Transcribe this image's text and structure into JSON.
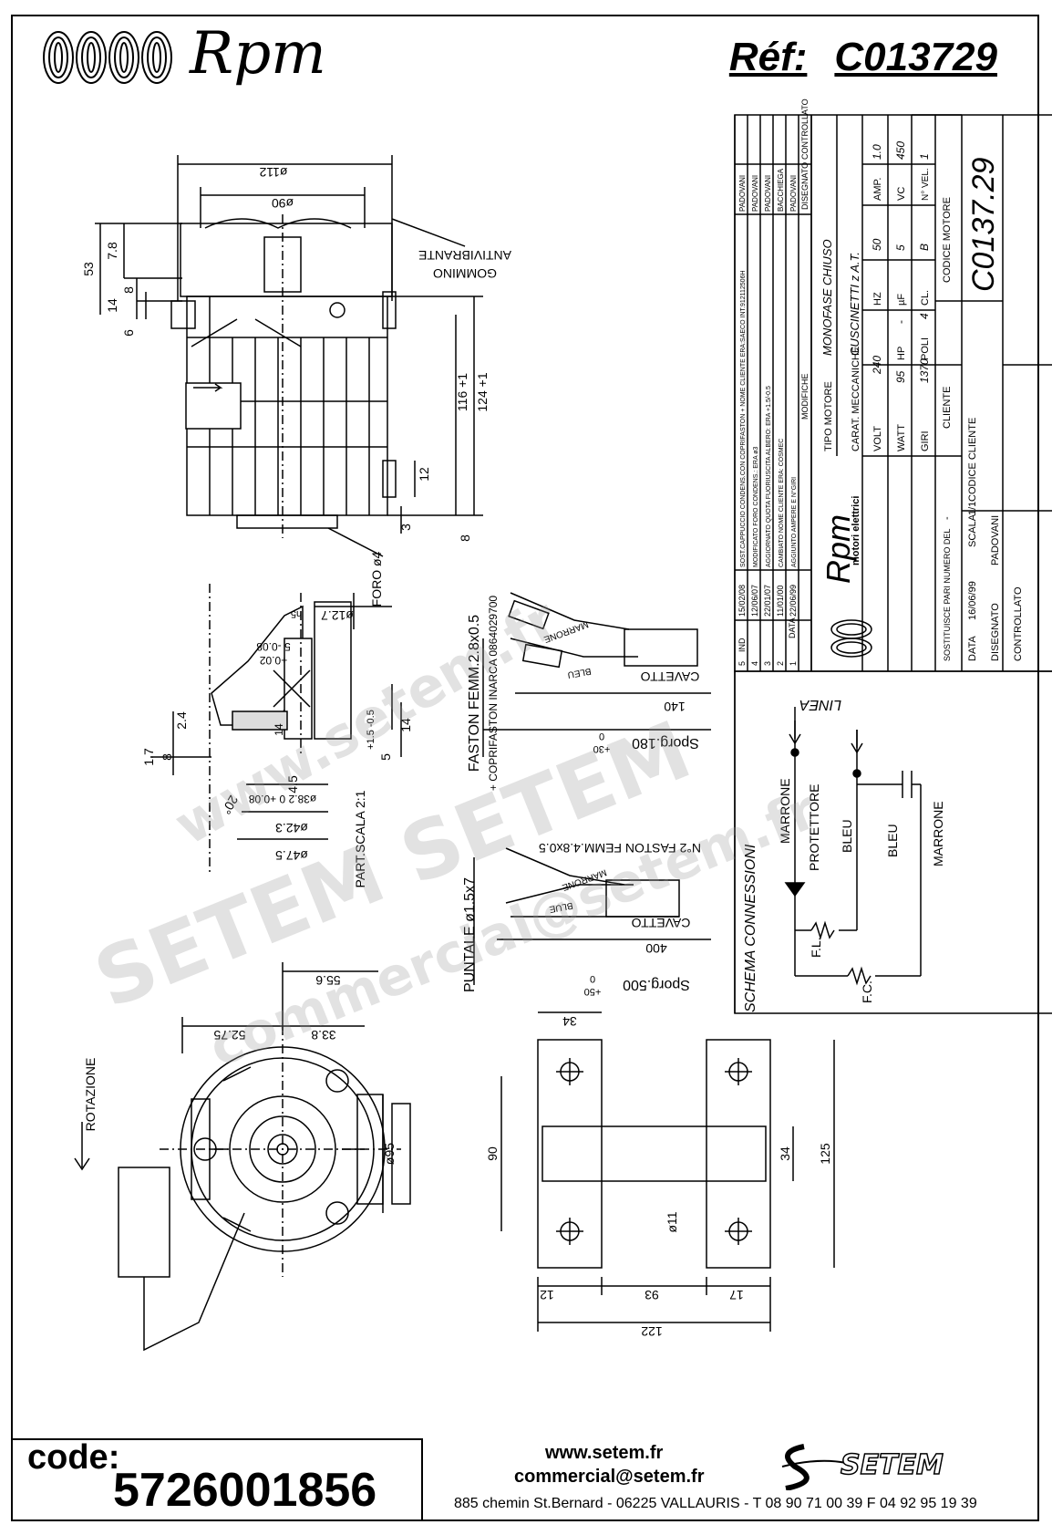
{
  "header": {
    "brand": "Rpm",
    "ref_label": "Réf:",
    "ref_value": "C013729"
  },
  "drawing": {
    "top_view": {
      "dims": [
        "ø112",
        "ø90",
        "53",
        "7.8",
        "14",
        "8",
        "6",
        "116 +1",
        "124 +1",
        "12",
        "3",
        "8"
      ],
      "labels": [
        "GOMMINO",
        "ANTIVIBRANTE",
        "FORO ø4"
      ]
    },
    "shaft_detail": {
      "dims": [
        "ø12.7",
        "h5",
        "5 -0.08",
        "+0.02",
        "2.4",
        "1.7",
        "8",
        "4.5",
        "20°",
        "ø38.2 0 +0.08",
        "ø42.3",
        "ø47.5",
        "14",
        "5",
        "+1.5 -0.5",
        "14"
      ],
      "labels": [
        "PART.SCALA 2:1"
      ]
    },
    "cable_1": {
      "labels": [
        "MARRONE",
        "BLEU",
        "CAVETTO",
        "FASTON FEMM.2.8x0.5",
        "+ COPRIFASTON INARCA 0864029700"
      ],
      "dims": [
        "140",
        "Sporg.180",
        "+30",
        "0"
      ]
    },
    "cable_2": {
      "labels": [
        "N°2 FASTON FEMM.4.8x0.5",
        "MARRONE",
        "BLUE",
        "CAVETTO",
        "PUNTALE ø1.5x7"
      ],
      "dims": [
        "400",
        "Sporg.500",
        "+50",
        "0"
      ]
    },
    "front_view": {
      "dims": [
        "55.6",
        "52.75",
        "33.8",
        "ø95"
      ],
      "labels": [
        "ROTAZIONE"
      ]
    },
    "bracket": {
      "dims": [
        "34",
        "90",
        "34",
        "125",
        "ø11",
        "12",
        "93",
        "17",
        "122"
      ]
    }
  },
  "title_block": {
    "revisions": [
      {
        "ind": "5",
        "date": "15/02/08",
        "text": "SOST.CAPPUCCIO CONDENS.CON COPRIFASTON + NOME CLIENTE ERA:SAECO INT.912112506H",
        "by": "PADOVANI"
      },
      {
        "ind": "4",
        "date": "12/06/07",
        "text": "MODIFICATO FORO CONDENS.: ERA ø3",
        "by": "PADOVANI"
      },
      {
        "ind": "3",
        "date": "22/01/07",
        "text": "AGGIORNATO QUOTA FUORIUSCITA ALBERO: ERA +1.5/-0.5",
        "by": "PADOVANI"
      },
      {
        "ind": "2",
        "date": "11/01/00",
        "text": "CAMBIATO NOME CLIENTE ERA: COSMEC",
        "by": "BACCHIEGA"
      },
      {
        "ind": "1",
        "date": "22/06/99",
        "text": "AGGIUNTO AMPERE E N°GIRI",
        "by": "PADOVANI"
      }
    ],
    "rev_headers": {
      "ind": "IND",
      "date": "DATA",
      "text": "MODIFICHE",
      "by1": "DISEGNATO",
      "by2": "CONTROLLATO"
    },
    "company": "Rpm",
    "company_sub": "motori elettrici",
    "tipo_motore_label": "TIPO MOTORE",
    "tipo_motore": "MONOFASE CHIUSO",
    "carat_label": "CARAT. MECCANICHE",
    "carat": "CUSCINETTI z A.T.",
    "specs": [
      {
        "label": "VOLT",
        "value": "240"
      },
      {
        "label": "HZ",
        "value": "50"
      },
      {
        "label": "AMP.",
        "value": "1.0"
      },
      {
        "label": "WATT",
        "value": "95"
      },
      {
        "label": "HP",
        "value": "-"
      },
      {
        "label": "µF",
        "value": "5"
      },
      {
        "label": "VC",
        "value": "450"
      },
      {
        "label": "GIRI",
        "value": "1370"
      },
      {
        "label": "POLI",
        "value": "4"
      },
      {
        "label": "CL.",
        "value": "B"
      },
      {
        "label": "N° VEL.",
        "value": "1"
      }
    ],
    "codice_motore_label": "CODICE MOTORE",
    "codice_motore": "C0137.29",
    "cliente_label": "CLIENTE",
    "codice_cliente_label": "CODICE CLIENTE",
    "sostituisce_label": "SOSTITUISCE PARI NUMERO DEL",
    "sostituisce_value": "-",
    "data_label": "DATA",
    "data_value": "16/06/99",
    "scala_label": "SCALA",
    "scala_value": "1/1",
    "disegnato_label": "DISEGNATO",
    "disegnato_value": "PADOVANI",
    "controllato_label": "CONTROLLATO"
  },
  "schema": {
    "title": "SCHEMA CONNESSIONI",
    "linea": "LINEA",
    "labels": [
      "MARRONE",
      "PROTETTORE",
      "BLEU",
      "BLEU",
      "MARRONE",
      "F.L.",
      "F.C."
    ]
  },
  "watermark": {
    "lines": [
      "www.setem.fr",
      "SETEM SETEM",
      "commercial@setem.fr"
    ]
  },
  "footer": {
    "code_label": "code:",
    "code_value": "5726001856",
    "web": "www.setem.fr",
    "email": "commercial@setem.fr",
    "address": "885 chemin St.Bernard  -  06225 VALLAURIS  -  T 08 90 71 00 39   F 04 92 95 19 39",
    "logo_text": "SETEM"
  }
}
